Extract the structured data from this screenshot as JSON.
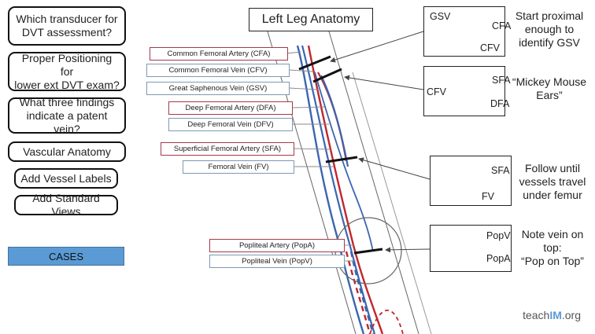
{
  "nav": {
    "buttons": [
      "Which transducer for\nDVT assessment?",
      "Proper Positioning for\nlower ext DVT exam?",
      "What three findings\nindicate a patent vein?",
      "Vascular Anatomy",
      "Add Vessel Labels",
      "Add Standard Views"
    ],
    "cases": "CASES"
  },
  "diagram": {
    "title": "Left Leg Anatomy",
    "labels": {
      "cfa": "Common Femoral Artery (CFA)",
      "cfv": "Common Femoral Vein (CFV)",
      "gsv": "Great Saphenous Vein (GSV)",
      "dfa": "Deep Femoral Artery (DFA)",
      "dfv": "Deep Femoral Vein (DFV)",
      "sfa": "Superficial Femoral Artery (SFA)",
      "fv": "Femoral Vein (FV)",
      "popa": "Popliteal Artery (PopA)",
      "popv": "Popliteal Vein (PopV)"
    },
    "cross_sections": [
      {
        "labels": [
          "GSV",
          "CFA",
          "CFV"
        ],
        "note": "Start proximal\nenough to\nidentify GSV"
      },
      {
        "labels": [
          "CFV",
          "SFA",
          "DFA"
        ],
        "note": "“Mickey Mouse\nEars”"
      },
      {
        "labels": [
          "SFA",
          "FV"
        ],
        "note": "Follow until\nvessels travel\nunder femur"
      },
      {
        "labels": [
          "PopV",
          "PopA"
        ],
        "note": "Note vein on\ntop:\n“Pop on Top”"
      }
    ],
    "colors": {
      "artery": "#c1272d",
      "vein": "#3a66b0",
      "vein_circle": "#4472c4"
    }
  },
  "brand": {
    "part1": "teach",
    "part2": "IM",
    "part3": ".org"
  }
}
